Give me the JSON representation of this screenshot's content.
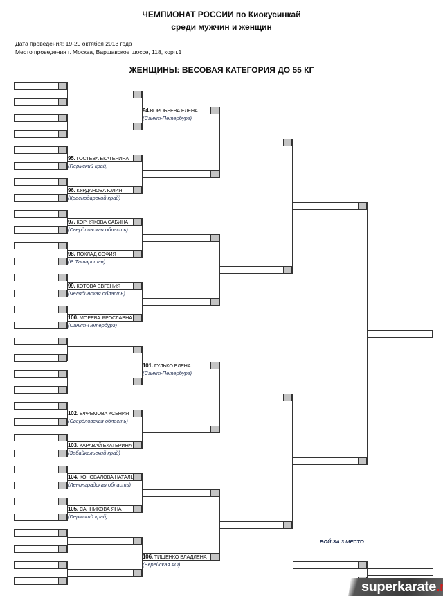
{
  "header": {
    "title_line1": "ЧЕМПИОНАТ РОССИИ по Киокусинкай",
    "title_line2": "среди мужчин и женщин",
    "date": "Дата проведения:   19-20 октября 2013 года",
    "venue": "Место проведения г. Москва, Варшавское шоссе, 118, корп.1",
    "category": "ЖЕНЩИНЫ: ВЕСОВАЯ КАТЕГОРИЯ ДО 55 КГ"
  },
  "bracket": {
    "rounds_slot_counts": [
      32,
      16,
      8,
      4,
      2,
      1
    ],
    "participants": [
      {
        "round": 2,
        "slot": 0,
        "number": "94.",
        "name": "ВОРОБЬЕВА ЕЛЕНА",
        "region": "(Санкт-Петербург)"
      },
      {
        "round": 1,
        "slot": 2,
        "number": "95.",
        "name": " ГОСТЕВА ЕКАТЕРИНА",
        "region": "(Пермский край)"
      },
      {
        "round": 1,
        "slot": 3,
        "number": "96.",
        "name": " КУРДАНОВА ЮЛИЯ",
        "region": "(Краснодарский край)"
      },
      {
        "round": 1,
        "slot": 4,
        "number": "97.",
        "name": " КОРНЯКОВА САБИНА",
        "region": "(Свердловская область)"
      },
      {
        "round": 1,
        "slot": 5,
        "number": "98.",
        "name": " ПОКЛАД СОФИЯ",
        "region": "(Р. Татарстан)"
      },
      {
        "round": 1,
        "slot": 6,
        "number": "99.",
        "name": " КОТОВА ЕВГЕНИЯ",
        "region": "(Челябинская область)"
      },
      {
        "round": 1,
        "slot": 7,
        "number": "100.",
        "name": " МОРЕВА ЯРОСЛАВНА",
        "region": "(Санкт-Петербург)"
      },
      {
        "round": 2,
        "slot": 4,
        "number": "101.",
        "name": " ГУЛЬКО ЕЛЕНА",
        "region": "(Санкт-Петербург)"
      },
      {
        "round": 1,
        "slot": 10,
        "number": "102.",
        "name": " ЕФРЕМОВА КСЕНИЯ",
        "region": "(Свердловская область)"
      },
      {
        "round": 1,
        "slot": 11,
        "number": "103.",
        "name": " КАРАВАЙ ЕКАТЕРИНА",
        "region": "(Забайкальский край)"
      },
      {
        "round": 1,
        "slot": 12,
        "number": "104.",
        "name": " КОНОВАЛОВА НАТАЛЬЯ",
        "region": "(Ленинградская область)"
      },
      {
        "round": 1,
        "slot": 13,
        "number": "105.",
        "name": " САННИКОВА ЯНА",
        "region": "(Пермский край)"
      },
      {
        "round": 2,
        "slot": 7,
        "number": "106.",
        "name": " ТИЩЕНКО ВЛАДЛЕНА",
        "region": "(Еврейская АО)"
      }
    ],
    "third_place_label": "БОЙ ЗА 3 МЕСТО"
  },
  "watermark": {
    "text": "superkarate",
    "suffix": ".ru"
  }
}
